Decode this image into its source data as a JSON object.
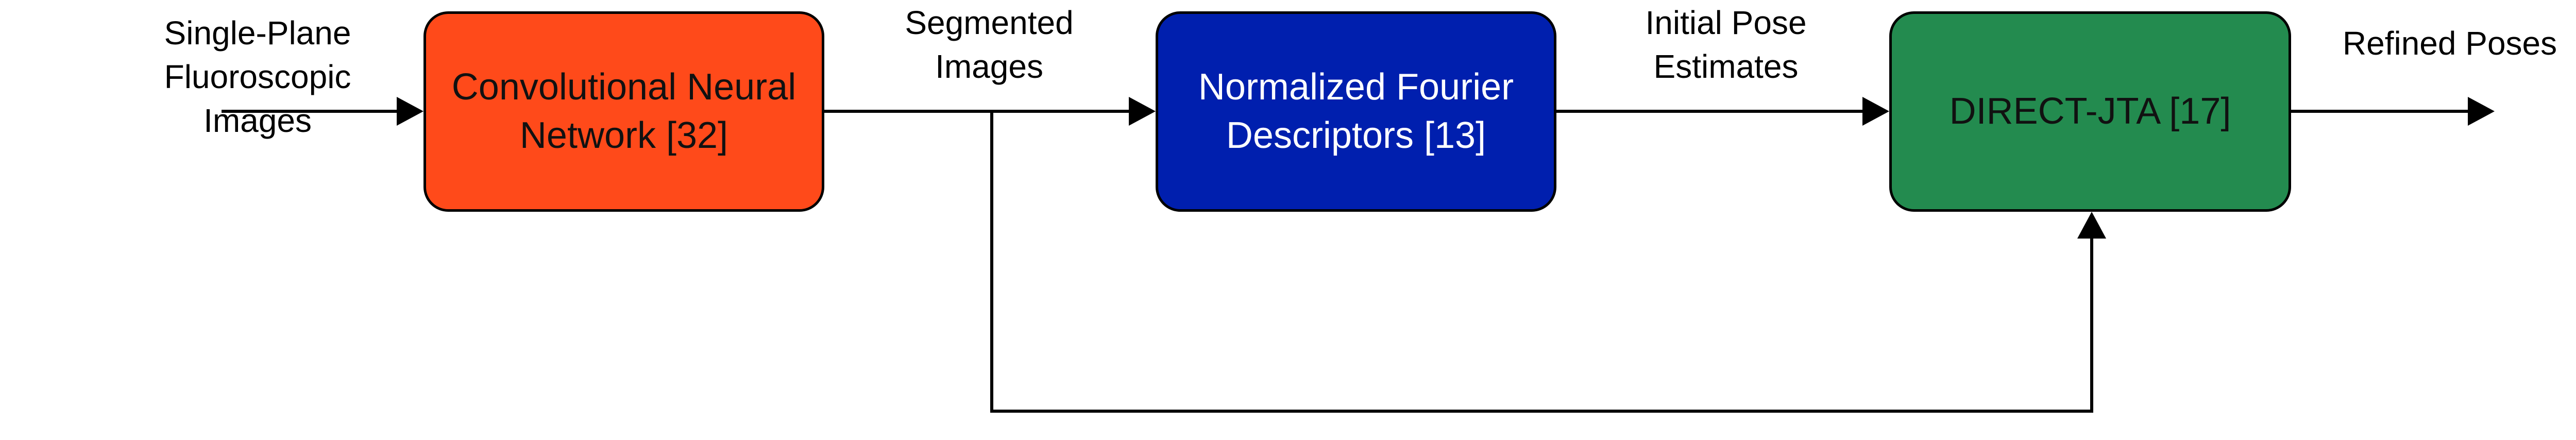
{
  "colors": {
    "cnn_fill": "#FF4A1A",
    "nfd_fill": "#001FAE",
    "jta_fill": "#238B4F",
    "stroke": "#000000",
    "text_dark": "#111111",
    "text_light": "#FFFFFF"
  },
  "diagram": {
    "input_label": "Single-Plane\nFluoroscopic Images",
    "segmented_label": "Segmented\nImages",
    "initial_pose_label": "Initial Pose\nEstimates",
    "output_label": "Refined Poses",
    "boxes": {
      "cnn": "Convolutional Neural\nNetwork [32]",
      "nfd": "Normalized Fourier\nDescriptors [13]",
      "jta": "DIRECT-JTA [17]"
    }
  }
}
